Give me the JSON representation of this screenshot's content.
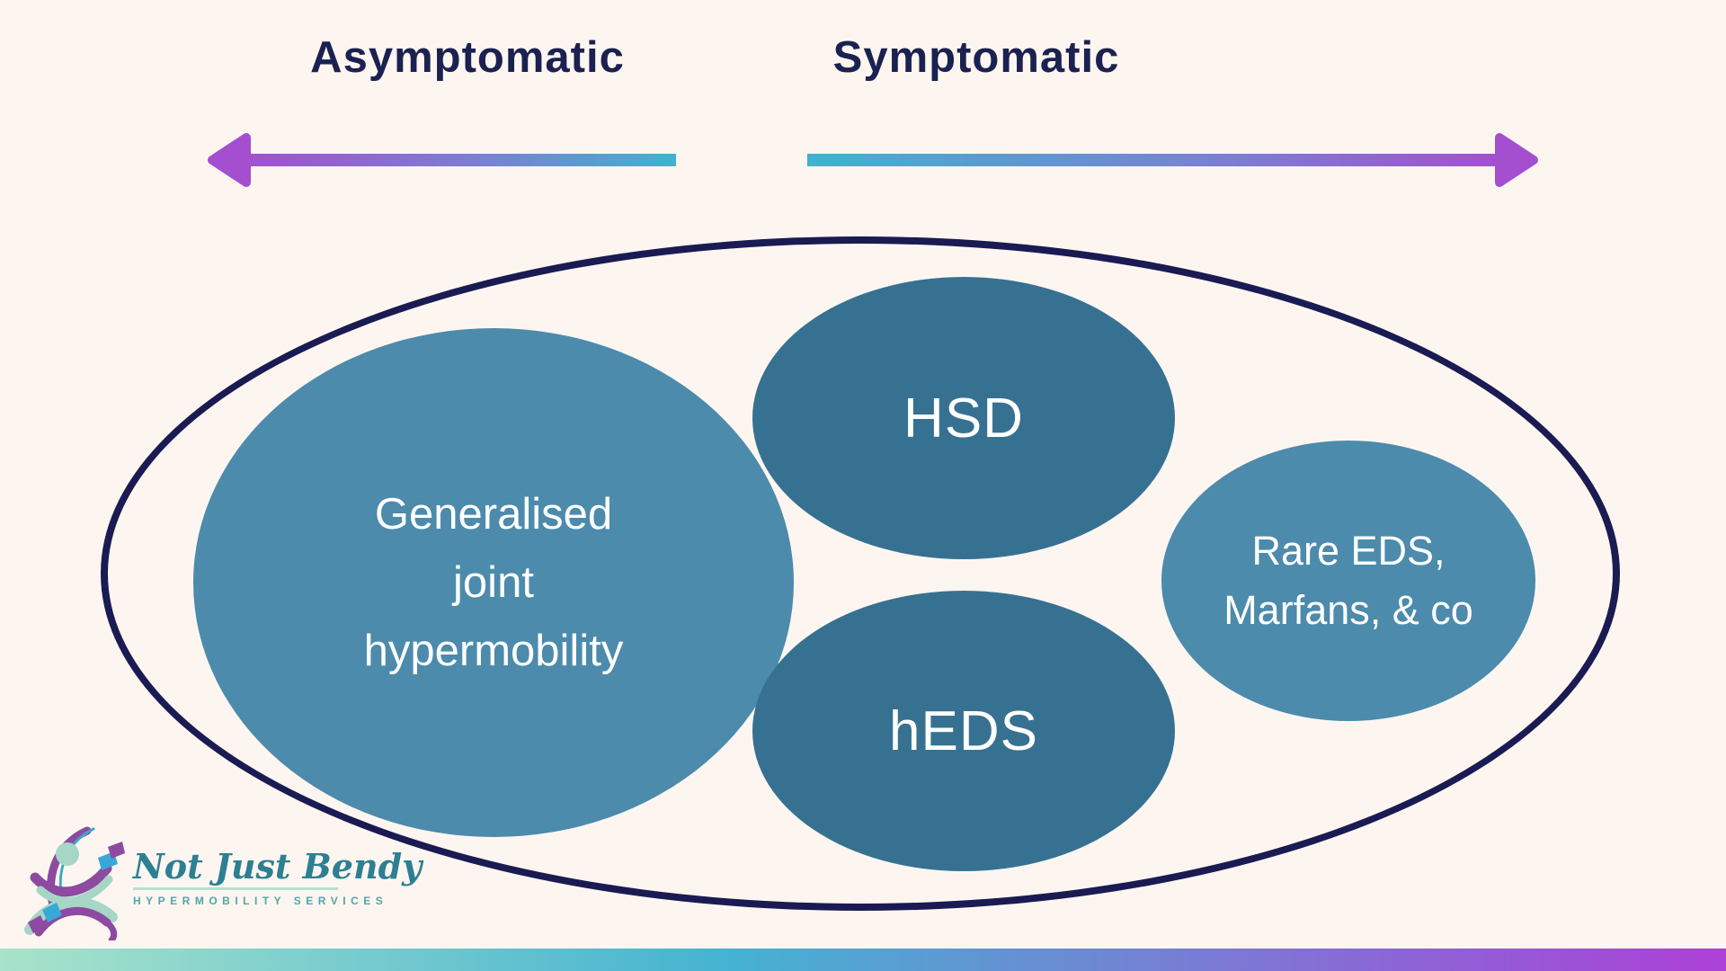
{
  "page": {
    "background": "#fdf6f0"
  },
  "header": {
    "left_label": "Asymptomatic",
    "right_label": "Symptomatic",
    "text_color": "#1b2150"
  },
  "arrows": {
    "left_direction": "points-left",
    "right_direction": "points-right",
    "purple": "#a44fd0",
    "teal": "#41b2ce"
  },
  "spectrum": {
    "outline_color": "#1a1b53",
    "bubbles": [
      {
        "id": "generalised-joint-hypermobility",
        "lines": [
          "Generalised",
          "joint",
          "hypermobility"
        ],
        "fill": "#4c8bac",
        "text_color": "#ffffff"
      },
      {
        "id": "hsd",
        "label": "HSD",
        "fill": "#377192",
        "text_color": "#ffffff"
      },
      {
        "id": "heds",
        "label": "hEDS",
        "fill": "#377192",
        "text_color": "#ffffff"
      },
      {
        "id": "rare-eds-marfans",
        "lines": [
          "Rare EDS,",
          "Marfans, & co"
        ],
        "fill": "#4c8bac",
        "text_color": "#ffffff"
      }
    ]
  },
  "logo": {
    "brand": "Not Just Bendy",
    "tagline": "HYPERMOBILITY SERVICES",
    "brand_color": "#2d7f92",
    "tagline_color": "#4fa7aa",
    "figure_colors": {
      "purple": "#8d4aa0",
      "teal": "#3ba9c4",
      "mint": "#a5d6c6",
      "blue": "#38a8d8"
    }
  },
  "footer": {
    "gradient": [
      "#a8e3ca",
      "#45b3d1",
      "#7d77d4",
      "#ac40d7"
    ]
  }
}
